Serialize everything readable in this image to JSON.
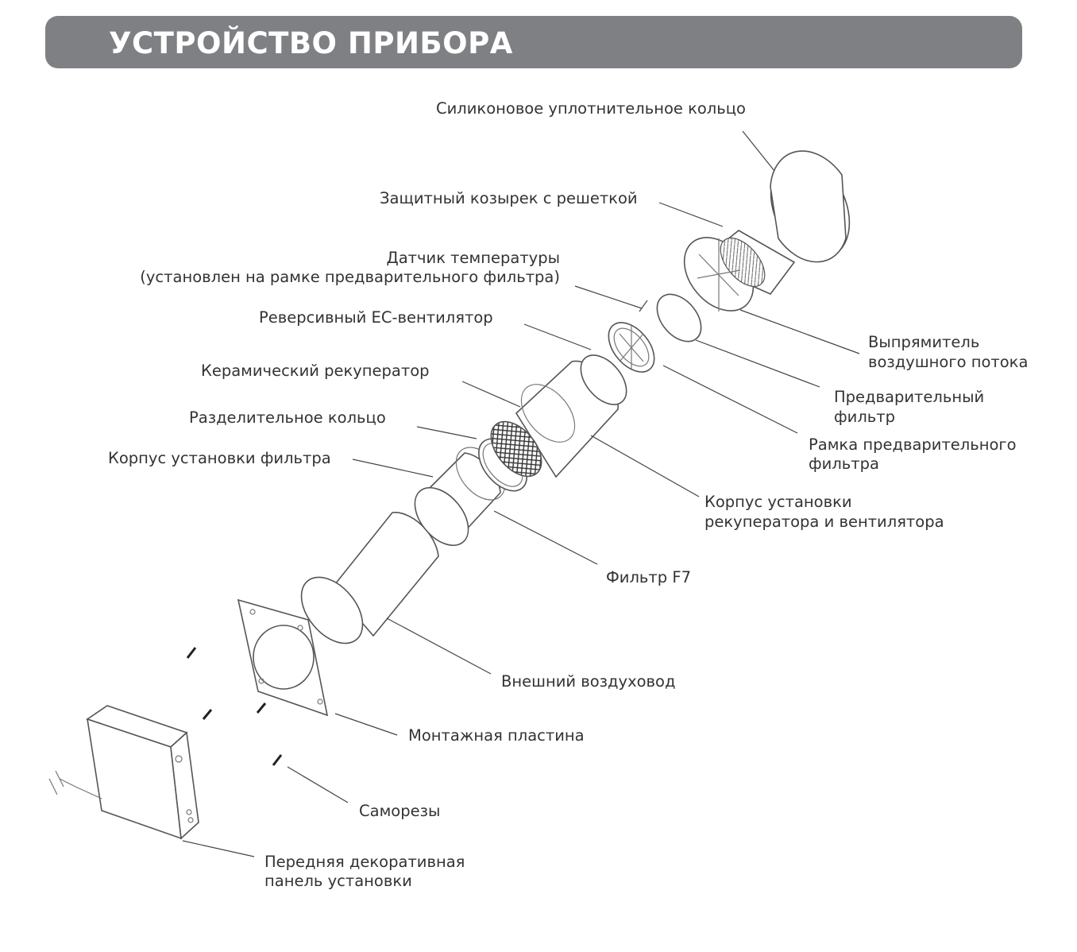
{
  "header": {
    "title": "УСТРОЙСТВО ПРИБОРА",
    "background": "#7f8083",
    "text_color": "#ffffff"
  },
  "labels": {
    "silicone_ring": "Силиконовое уплотнительное кольцо",
    "protective_visor": "Защитный козырек с решеткой",
    "temp_sensor_line1": "Датчик температуры",
    "temp_sensor_line2": "(установлен на рамке предварительного фильтра)",
    "reversible_fan": "Реверсивный ЕС-вентилятор",
    "ceramic_recuperator": "Керамический рекуператор",
    "separating_ring": "Разделительное кольцо",
    "filter_housing": "Корпус установки фильтра",
    "flow_straightener_line1": "Выпрямитель",
    "flow_straightener_line2": "воздушного потока",
    "prefilter_line1": "Предварительный",
    "prefilter_line2": "фильтр",
    "prefilter_frame_line1": "Рамка предварительного",
    "prefilter_frame_line2": "фильтра",
    "recuperator_housing_line1": "Корпус установки",
    "recuperator_housing_line2": "рекуператора и вентилятора",
    "filter_f7": "Фильтр F7",
    "outer_duct": "Внешний воздуховод",
    "mounting_plate": "Монтажная пластина",
    "screws": "Саморезы",
    "front_panel_line1": "Передняя декоративная",
    "front_panel_line2": "панель установки"
  }
}
